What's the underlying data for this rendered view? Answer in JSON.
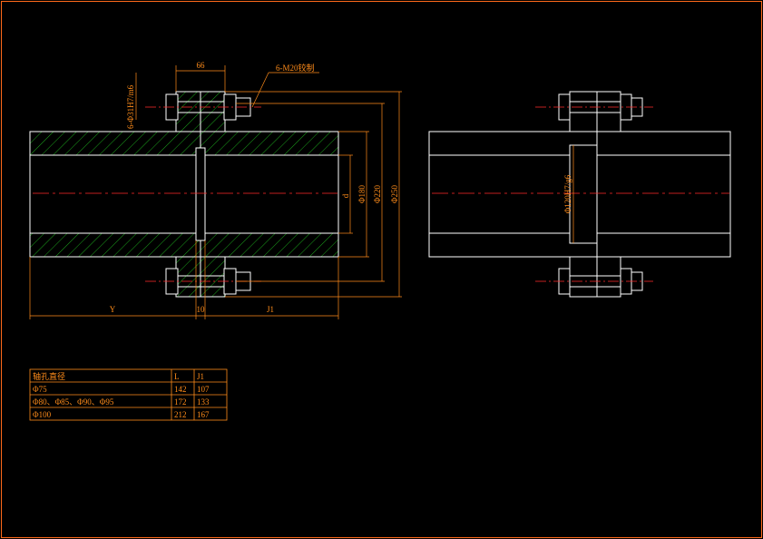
{
  "colors": {
    "background": "#000000",
    "frame": "#ff6a1a",
    "outline": "#ffffff",
    "hatch": "#22cc22",
    "centerline": "#ff2a2a",
    "dimension": "#ff8c1a"
  },
  "labels": {
    "bolt_spacing": "66",
    "bolt_note": "6-M20铰制",
    "fit_left": "6-Φ31H7/m6",
    "bore_d": "d",
    "dia_180": "Φ180",
    "dia_220": "Φ220",
    "dia_250": "Φ250",
    "len_y": "Y",
    "gap_10": "10",
    "len_j1": "J1",
    "spigot_fit": "Φ120H7/g6"
  },
  "table": {
    "headers": [
      "轴孔直径",
      "L",
      "J1"
    ],
    "rows": [
      [
        "Φ75",
        "142",
        "107"
      ],
      [
        "Φ80、Φ85、Φ90、Φ95",
        "172",
        "133"
      ],
      [
        "Φ100",
        "212",
        "167"
      ]
    ]
  }
}
